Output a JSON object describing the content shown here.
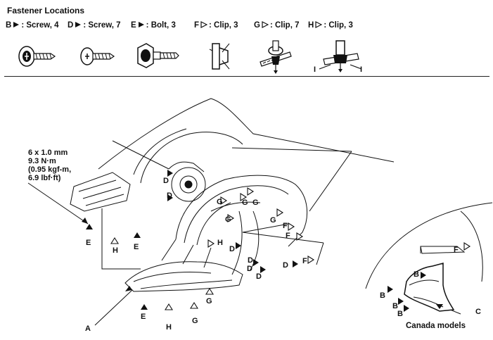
{
  "header": {
    "title": "Fastener Locations"
  },
  "legend": [
    {
      "letter": "B",
      "marker": "filled",
      "text": ": Screw, 4"
    },
    {
      "letter": "D",
      "marker": "filled",
      "text": ": Screw, 7"
    },
    {
      "letter": "E",
      "marker": "filled",
      "text": ": Bolt, 3"
    },
    {
      "letter": "F",
      "marker": "open",
      "text": ": Clip, 3"
    },
    {
      "letter": "G",
      "marker": "open",
      "text": ": Clip, 7"
    },
    {
      "letter": "H",
      "marker": "open",
      "text": ": Clip, 3"
    }
  ],
  "spec": {
    "line1": "6 x 1.0 mm",
    "line2": "9.3 N·m",
    "line3": "(0.95 kgf-m,",
    "line4": "6.9 lbf·ft)"
  },
  "labels": {
    "A": "A",
    "B": "B",
    "C": "C",
    "D": "D",
    "E": "E",
    "F": "F",
    "G": "G",
    "H": "H",
    "I": "I"
  },
  "inset": {
    "caption": "Canada models"
  },
  "colors": {
    "ink": "#111111",
    "background": "#ffffff"
  }
}
